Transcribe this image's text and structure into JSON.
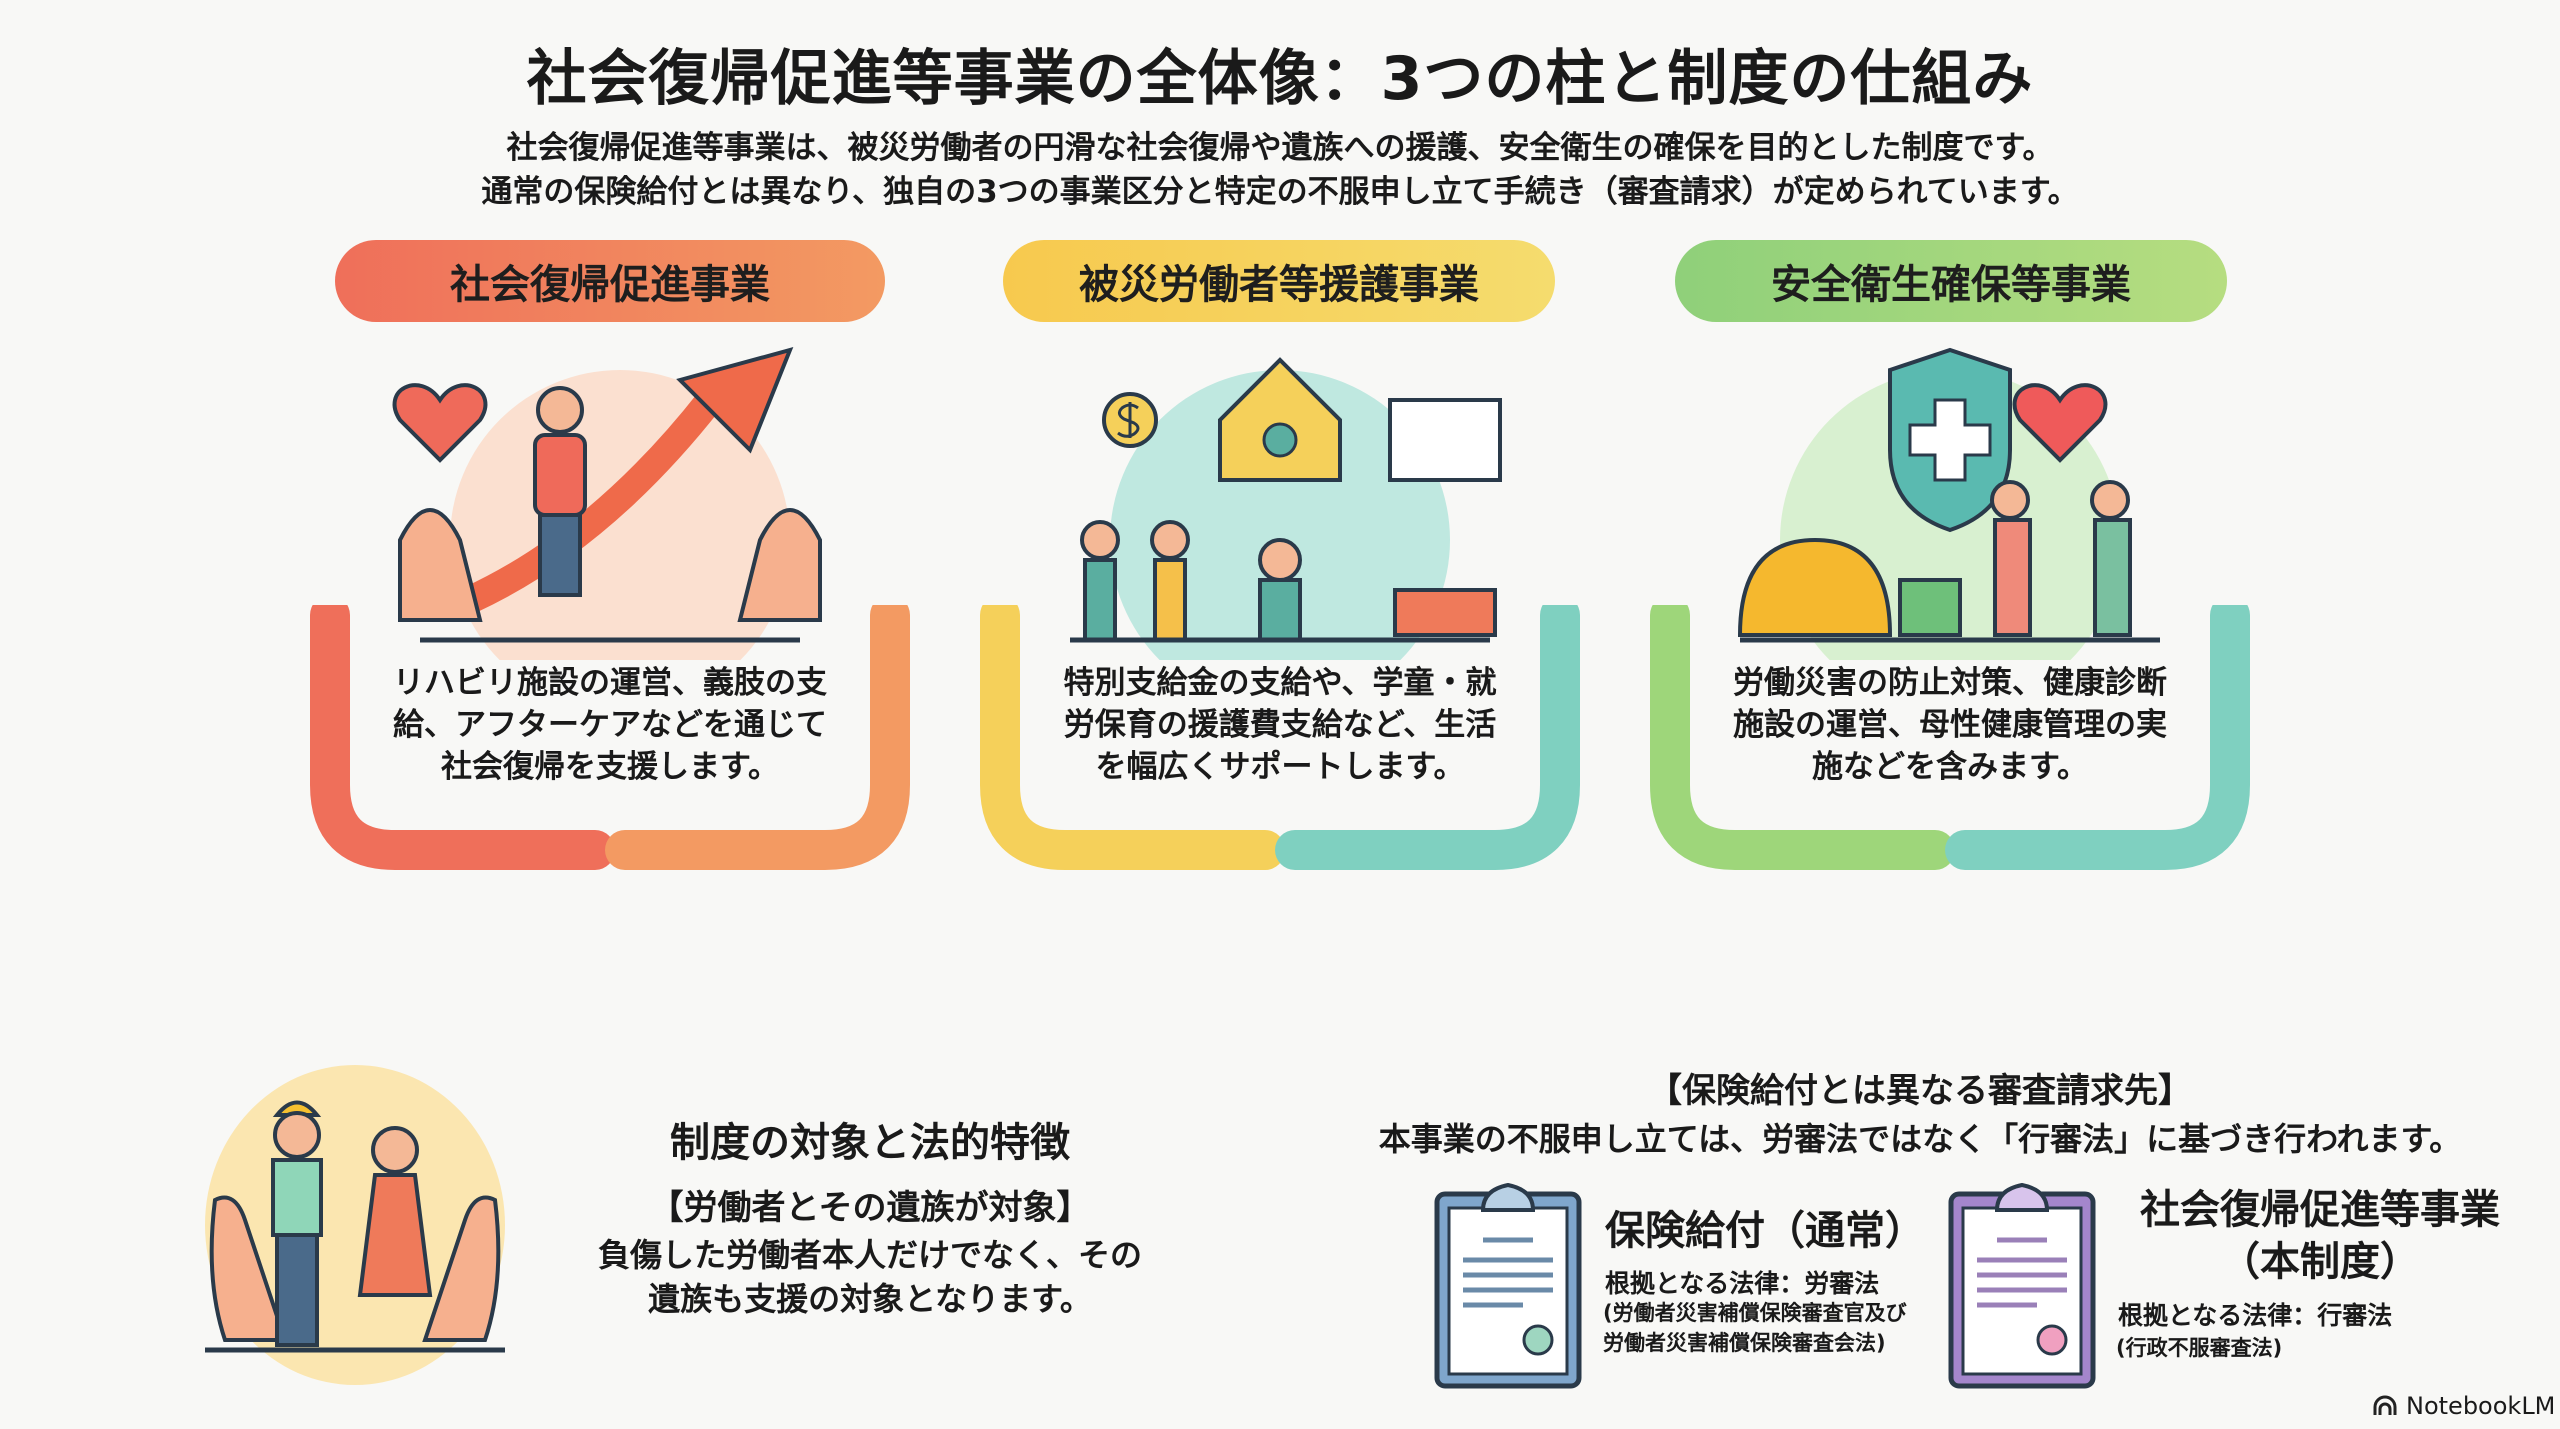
{
  "title": "社会復帰促進等事業の全体像：3つの柱と制度の仕組み",
  "subtitle": [
    "社会復帰促進等事業は、被災労働者の円滑な社会復帰や遺族への援護、安全衛生の確保を目的とした制度です。",
    "通常の保険給付とは異なり、独自の3つの事業区分と特定の不服申し立て手続き（審査請求）が定められています。"
  ],
  "pillars": [
    {
      "label": "社会復帰促進事業",
      "color": "#f07a5c",
      "text": [
        "リハビリ施設の運営、義肢の支",
        "給、アフターケアなどを通じて",
        "社会復帰を支援します。"
      ]
    },
    {
      "label": "被災労働者等援護事業",
      "color": "#f5d05a",
      "text": [
        "特別支給金の支給や、学童・就",
        "労保育の援護費支給など、生活",
        "を幅広くサポートします。"
      ]
    },
    {
      "label": "安全衛生確保等事業",
      "color": "#a3d77e",
      "text": [
        "労働災害の防止対策、健康診断",
        "施設の運営、母性健康管理の実",
        "施などを含みます。"
      ]
    }
  ],
  "target": {
    "heading": "制度の対象と法的特徴",
    "subheading": "【労働者とその遺族が対象】",
    "body": [
      "負傷した労働者本人だけでなく、その",
      "遺族も支援の対象となります。"
    ]
  },
  "appeal": {
    "heading": "【保険給付とは異なる審査請求先】",
    "lead": "本事業の不服申し立ては、労審法ではなく「行審法」に基づき行われます。",
    "items": [
      {
        "title": [
          "保険給付（通常）"
        ],
        "law": "根拠となる法律：労審法",
        "detail": [
          "(労働者災害補償保険審査官及び",
          "労働者災害補償保険審査会法)"
        ],
        "color": "#4a7aa8"
      },
      {
        "title": [
          "社会復帰促進等事業",
          "（本制度）"
        ],
        "law": "根拠となる法律：行審法",
        "detail": [
          "(行政不服審査法)"
        ],
        "color": "#8b63b8"
      }
    ]
  },
  "logo": "NotebookLM"
}
